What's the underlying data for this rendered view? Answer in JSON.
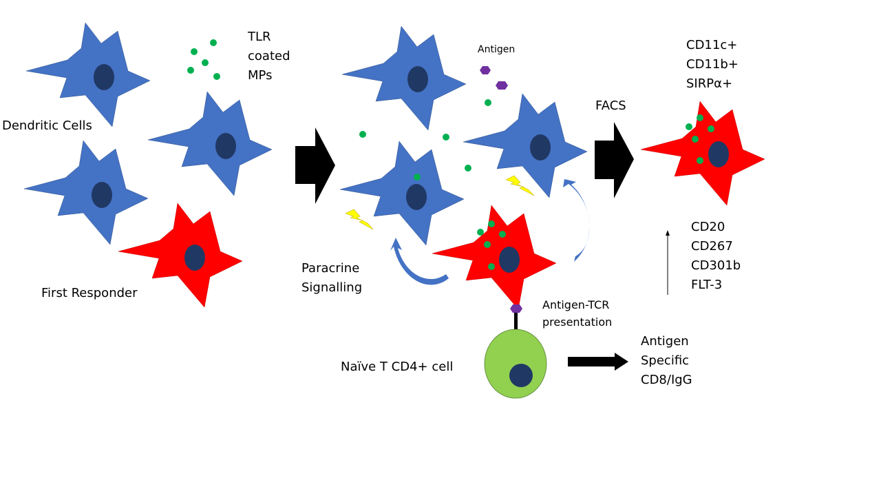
{
  "colors": {
    "dendritic_cell": "#4472c4",
    "first_responder": "#ff0000",
    "nucleus": "#203864",
    "microparticle": "#00b050",
    "antigen": "#7030a0",
    "t_cell": "#92d050",
    "signal_bolt": "#ffff00",
    "arrow": "#000000",
    "curved_arrow": "#4472c4"
  },
  "labels": {
    "tlr_mps": "TLR\ncoated\nMPs",
    "dendritic_cells": "Dendritic Cells",
    "first_responder": "First Responder",
    "antigen": "Antigen",
    "paracrine": "Paracrine\nSignalling",
    "antigen_tcr": "Antigen-TCR\npresentation",
    "naive_t": "Naïve T CD4+ cell",
    "facs": "FACS",
    "markers_positive": "CD11c+\nCD11b+\nSIRPα+",
    "markers_upregulated": "CD20\nCD267\nCD301b\nFLT-3",
    "outcome": "Antigen\nSpecific\nCD8/IgG"
  },
  "icons": {
    "cell": "star-cell-shape",
    "nucleus": "ellipse",
    "microparticle": "circle",
    "antigen": "hexagon",
    "signal": "lightning-bolt",
    "process_arrow": "block-right-arrow",
    "curved_arrow": "curved-arrow"
  }
}
